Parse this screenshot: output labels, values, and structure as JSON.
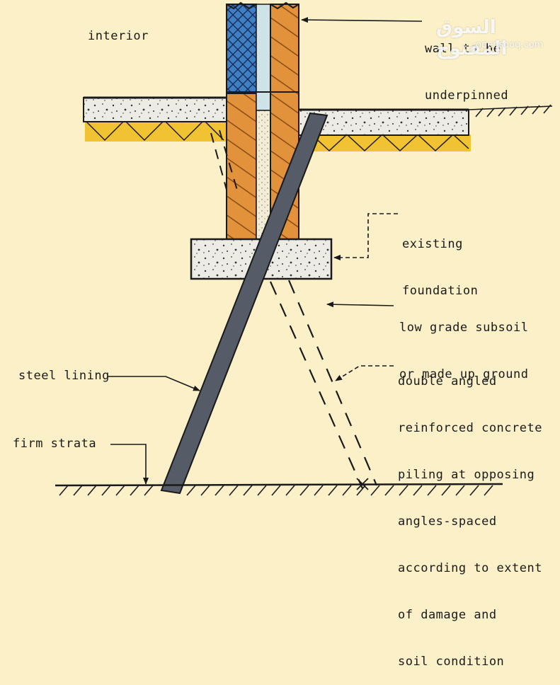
{
  "labels": {
    "interior": "interior",
    "wall": [
      "wall to be",
      "underpinned"
    ],
    "existing_foundation": [
      "existing",
      "foundation"
    ],
    "subsoil": [
      "low grade subsoil",
      "or made up ground"
    ],
    "piling": [
      "double angled",
      "reinforced concrete",
      "piling at opposing",
      "angles-spaced",
      "according to extent",
      "of damage and",
      "soil condition"
    ],
    "steel_lining": "steel lining",
    "firm_strata": "firm strata"
  },
  "watermark": {
    "arabic": "السوق المفتوح",
    "latin": "opensooq.com"
  },
  "colors": {
    "background": "#fbf0c8",
    "brick": "#e2923a",
    "blockwork": "#3f7fc4",
    "concrete": "#ecebe4",
    "insulation": "#f1c232",
    "steel": "#565b68",
    "cavity": "#cfe3e6",
    "ink": "#1a1a1a"
  }
}
